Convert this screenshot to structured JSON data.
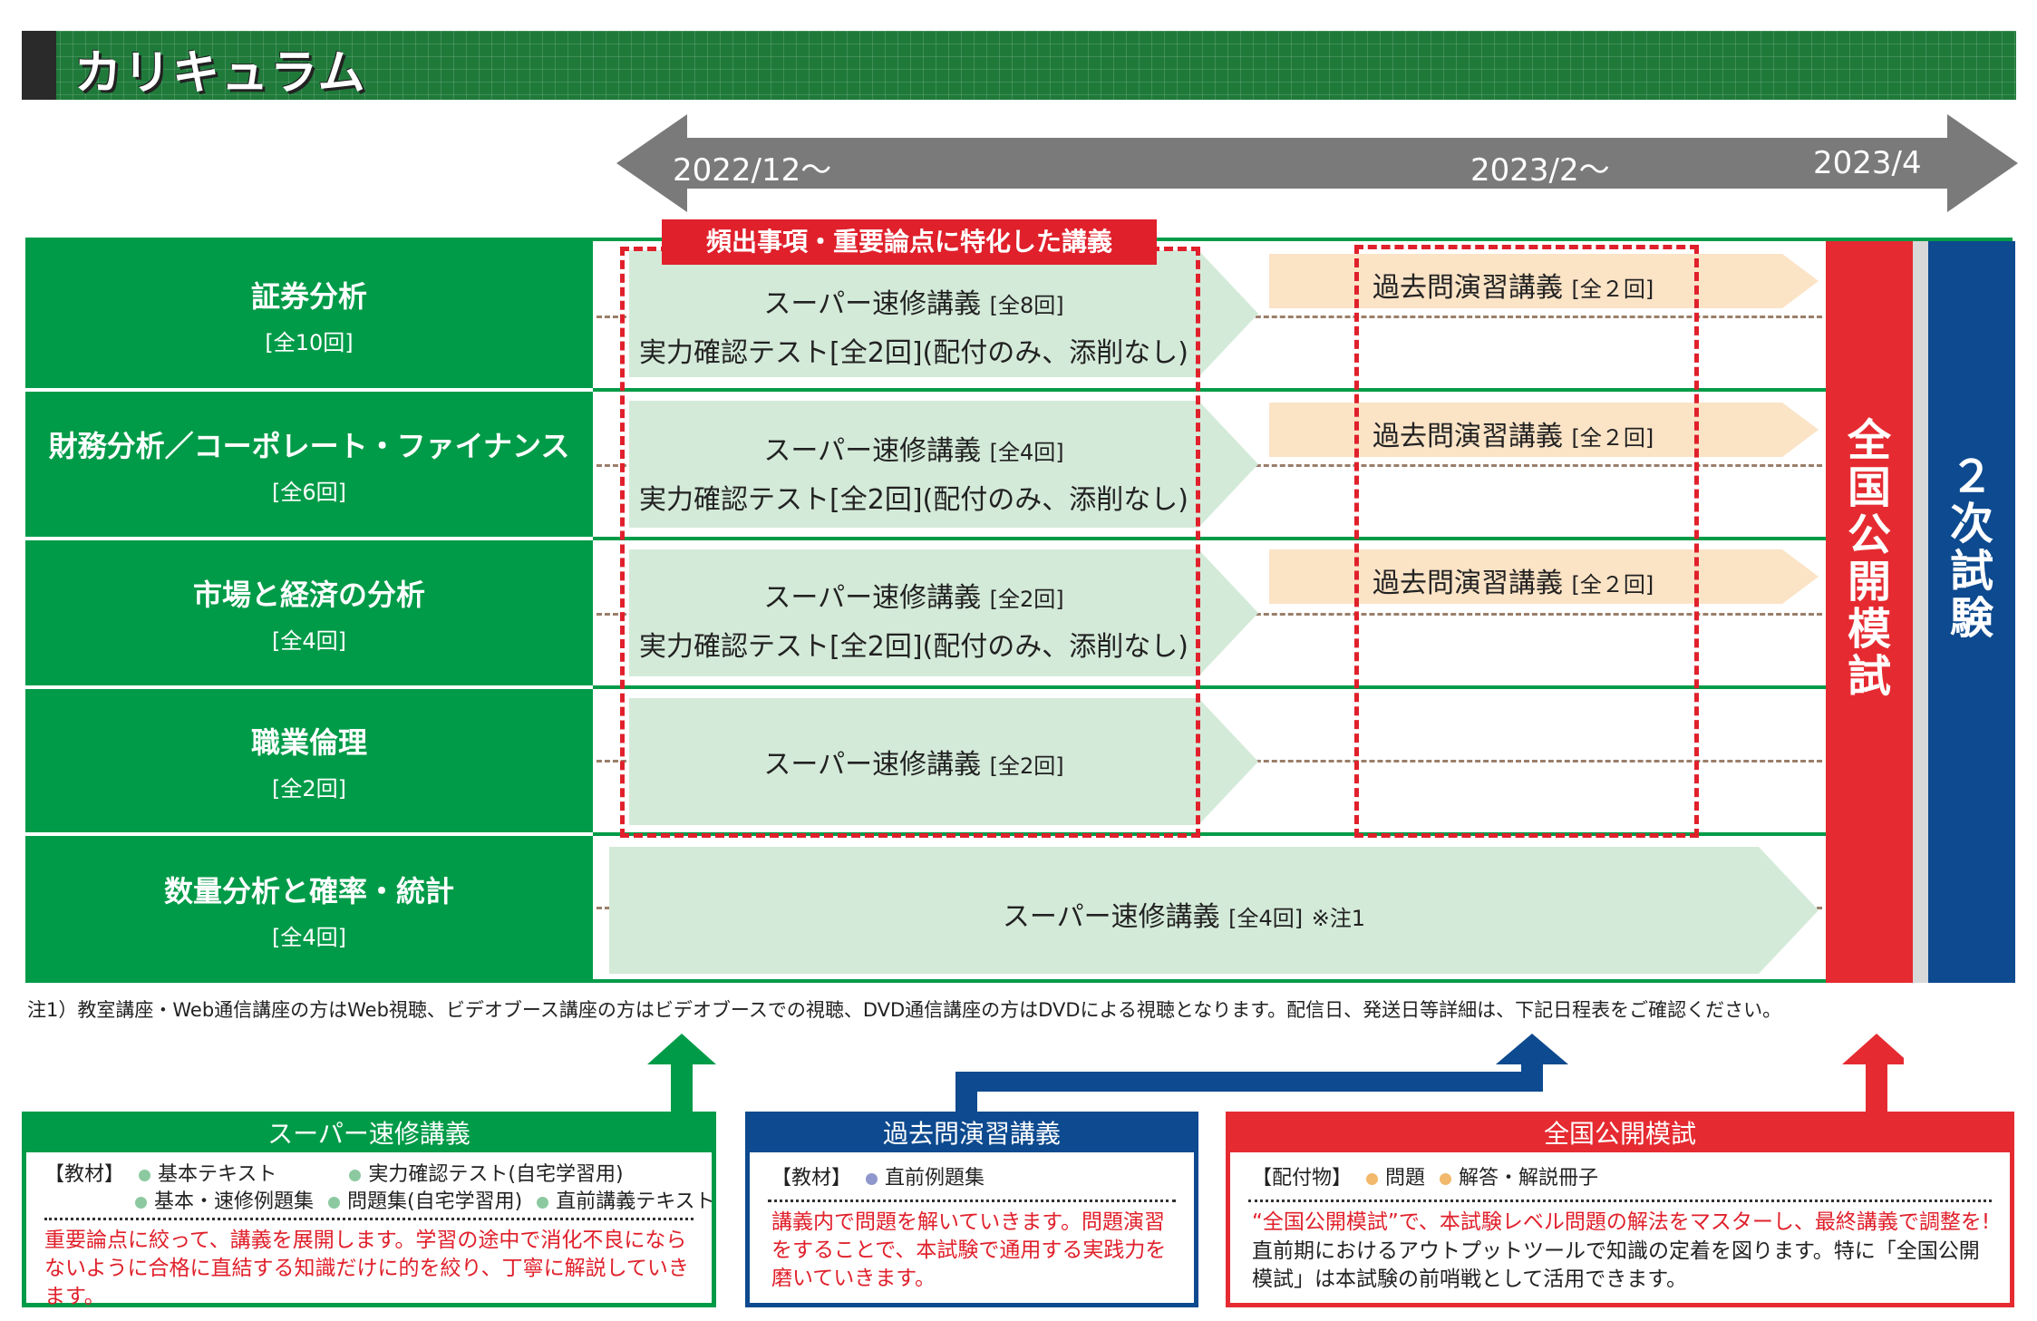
{
  "header": {
    "title": "カリキュラム"
  },
  "timeline": {
    "start": "2022/12〜",
    "mid": "2023/2〜",
    "end": "2023/4"
  },
  "red_label": "頻出事項・重要論点に特化した講義",
  "rows": [
    {
      "title": "証券分析",
      "count": "[全10回]",
      "lecture": "スーパー速修講義",
      "lecture_count": "[全8回]",
      "test": "実力確認テスト[全2回](配付のみ、添削なし)",
      "past": "過去問演習講義",
      "past_count": "[全２回]"
    },
    {
      "title": "財務分析／コーポレート・ファイナンス",
      "count": "[全6回]",
      "lecture": "スーパー速修講義",
      "lecture_count": "[全4回]",
      "test": "実力確認テスト[全2回](配付のみ、添削なし)",
      "past": "過去問演習講義",
      "past_count": "[全２回]"
    },
    {
      "title": "市場と経済の分析",
      "count": "[全4回]",
      "lecture": "スーパー速修講義",
      "lecture_count": "[全2回]",
      "test": "実力確認テスト[全2回](配付のみ、添削なし)",
      "past": "過去問演習講義",
      "past_count": "[全２回]"
    },
    {
      "title": "職業倫理",
      "count": "[全2回]",
      "lecture": "スーパー速修講義",
      "lecture_count": "[全2回]"
    },
    {
      "title": "数量分析と確率・統計",
      "count": "[全4回]",
      "lecture": "スーパー速修講義",
      "lecture_count": "[全4回]",
      "note_ref": "※注1"
    }
  ],
  "mock_exam": "全国公開模試",
  "second_exam": "２次試験",
  "footnote": "注1）教室講座・Web通信講座の方はWeb視聴、ビデオブース講座の方はビデオブースでの視聴、DVD通信講座の方はDVDによる視聴となります。配信日、発送日等詳細は、下記日程表をご確認ください。",
  "panels": {
    "super": {
      "title": "スーパー速修講義",
      "mat_label": "【教材】",
      "materials": [
        "基本テキスト",
        "実力確認テスト(自宅学習用)",
        "基本・速修例題集",
        "問題集(自宅学習用)",
        "直前講義テキスト"
      ],
      "desc": "重要論点に絞って、講義を展開します。学習の途中で消化不良にならないように合格に直結する知識だけに的を絞り、丁寧に解説していきます。"
    },
    "past": {
      "title": "過去問演習講義",
      "mat_label": "【教材】",
      "materials": [
        "直前例題集"
      ],
      "desc": "講義内で問題を解いていきます。問題演習をすることで、本試験で通用する実践力を磨いていきます。"
    },
    "mock": {
      "title": "全国公開模試",
      "mat_label": "【配付物】",
      "materials": [
        "問題",
        "解答・解説冊子"
      ],
      "desc_red": "“全国公開模試”で、本試験レベル問題の解法をマスターし、最終講義で調整を!",
      "desc": "直前期におけるアウトプットツールで知識の定着を図ります。特に「全国公開模試」は本試験の前哨戦として活用できます。"
    }
  },
  "colors": {
    "green": "#009b48",
    "red": "#e52b31",
    "blue": "#0d4a8f",
    "lecture_fill": "#d4ead9",
    "past_fill": "#fbe3c6"
  }
}
